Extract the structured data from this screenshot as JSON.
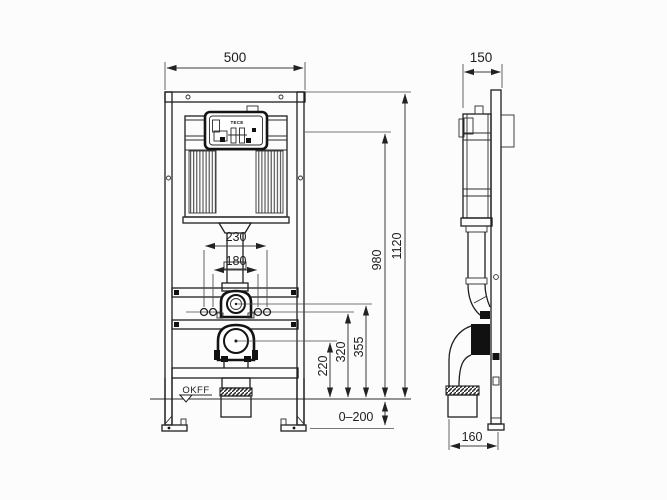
{
  "drawing_type": "technical-installation-drawing",
  "colors": {
    "background": "#fcfcfc",
    "line": "#1f1f1f",
    "dimension_line": "#3c3c3c",
    "dark_fill": "#111111"
  },
  "front_view": {
    "brand_label": "TECE",
    "floor_level_label": "OKFF",
    "dimensions": {
      "frame_width": "500",
      "fixing_span_outer": "230",
      "fixing_span_inner": "180",
      "outlet_center_height": "220",
      "fixing_height": "320",
      "flush_bend_height": "355",
      "panel_center_height": "980",
      "frame_height": "1120",
      "foot_adjustment_range": "0–200"
    }
  },
  "side_view": {
    "dimensions": {
      "frame_depth": "150",
      "outlet_front_offset": "160"
    }
  }
}
